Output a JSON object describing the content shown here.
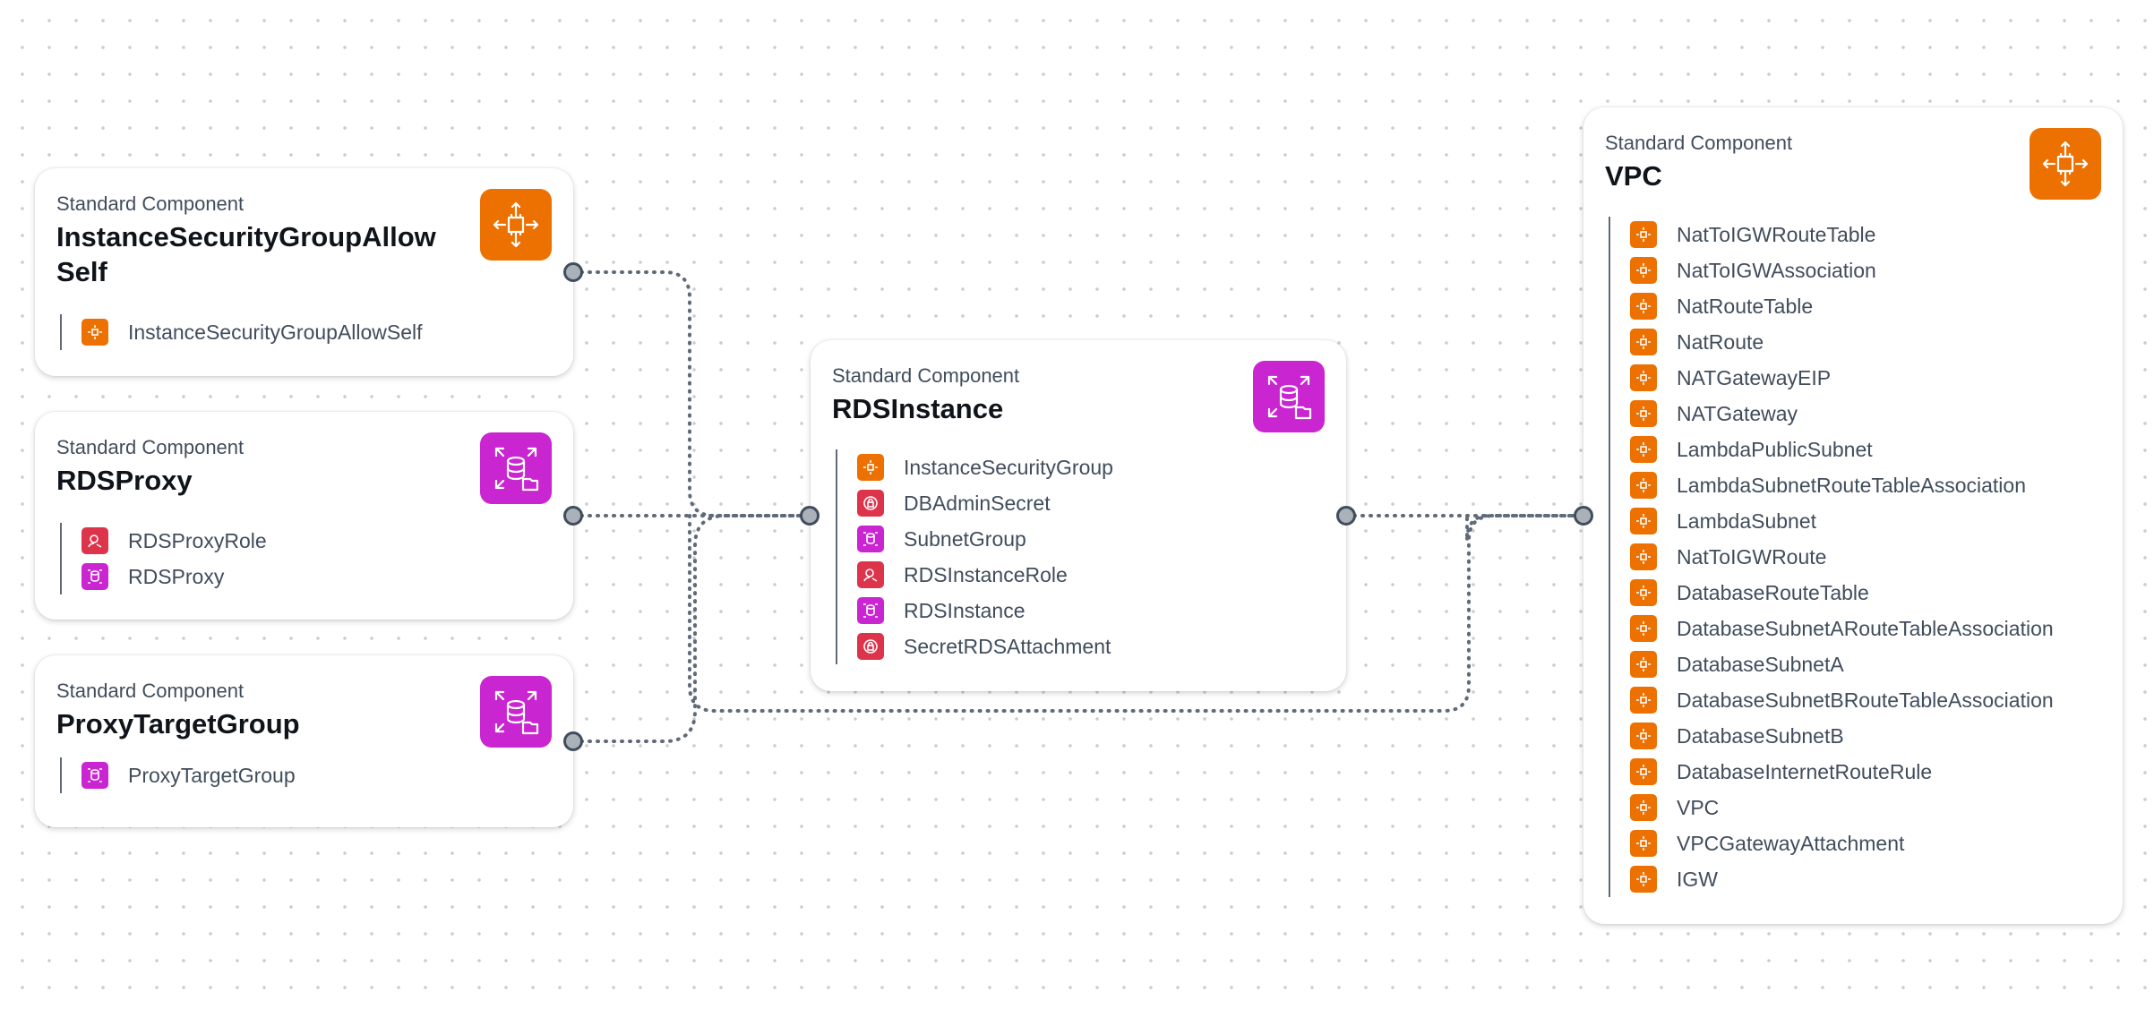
{
  "colors": {
    "orange": "#ed7100",
    "red": "#dd344c",
    "magenta": "#c925d1",
    "edge": "#5f6b7a"
  },
  "nodes": {
    "isg": {
      "type_label": "Standard Component",
      "title": "InstanceSecurityGroupAllowSelf",
      "badge_icon": "network-chip-icon",
      "resources": [
        {
          "label": "InstanceSecurityGroupAllowSelf",
          "icon": "network-chip-icon",
          "color": "orange"
        }
      ]
    },
    "rdsproxy": {
      "type_label": "Standard Component",
      "title": "RDSProxy",
      "badge_icon": "database-icon",
      "resources": [
        {
          "label": "RDSProxyRole",
          "icon": "role-icon",
          "color": "red"
        },
        {
          "label": "RDSProxy",
          "icon": "database-small-icon",
          "color": "magenta"
        }
      ]
    },
    "ptg": {
      "type_label": "Standard Component",
      "title": "ProxyTargetGroup",
      "badge_icon": "database-icon",
      "resources": [
        {
          "label": "ProxyTargetGroup",
          "icon": "database-small-icon",
          "color": "magenta"
        }
      ]
    },
    "rdsinstance": {
      "type_label": "Standard Component",
      "title": "RDSInstance",
      "badge_icon": "database-icon",
      "resources": [
        {
          "label": "InstanceSecurityGroup",
          "icon": "network-chip-icon",
          "color": "orange"
        },
        {
          "label": "DBAdminSecret",
          "icon": "secret-icon",
          "color": "red"
        },
        {
          "label": "SubnetGroup",
          "icon": "database-small-icon",
          "color": "magenta"
        },
        {
          "label": "RDSInstanceRole",
          "icon": "role-icon",
          "color": "red"
        },
        {
          "label": "RDSInstance",
          "icon": "database-small-icon",
          "color": "magenta"
        },
        {
          "label": "SecretRDSAttachment",
          "icon": "secret-icon",
          "color": "red"
        }
      ]
    },
    "vpc": {
      "type_label": "Standard Component",
      "title": "VPC",
      "badge_icon": "network-chip-icon",
      "resources": [
        {
          "label": "NatToIGWRouteTable",
          "icon": "network-chip-icon",
          "color": "orange"
        },
        {
          "label": "NatToIGWAssociation",
          "icon": "network-chip-icon",
          "color": "orange"
        },
        {
          "label": "NatRouteTable",
          "icon": "network-chip-icon",
          "color": "orange"
        },
        {
          "label": "NatRoute",
          "icon": "network-chip-icon",
          "color": "orange"
        },
        {
          "label": "NATGatewayEIP",
          "icon": "network-chip-icon",
          "color": "orange"
        },
        {
          "label": "NATGateway",
          "icon": "network-chip-icon",
          "color": "orange"
        },
        {
          "label": "LambdaPublicSubnet",
          "icon": "network-chip-icon",
          "color": "orange"
        },
        {
          "label": "LambdaSubnetRouteTableAssociation",
          "icon": "network-chip-icon",
          "color": "orange"
        },
        {
          "label": "LambdaSubnet",
          "icon": "network-chip-icon",
          "color": "orange"
        },
        {
          "label": "NatToIGWRoute",
          "icon": "network-chip-icon",
          "color": "orange"
        },
        {
          "label": "DatabaseRouteTable",
          "icon": "network-chip-icon",
          "color": "orange"
        },
        {
          "label": "DatabaseSubnetARouteTableAssociation",
          "icon": "network-chip-icon",
          "color": "orange"
        },
        {
          "label": "DatabaseSubnetA",
          "icon": "network-chip-icon",
          "color": "orange"
        },
        {
          "label": "DatabaseSubnetBRouteTableAssociation",
          "icon": "network-chip-icon",
          "color": "orange"
        },
        {
          "label": "DatabaseSubnetB",
          "icon": "network-chip-icon",
          "color": "orange"
        },
        {
          "label": "DatabaseInternetRouteRule",
          "icon": "network-chip-icon",
          "color": "orange"
        },
        {
          "label": "VPC",
          "icon": "network-chip-icon",
          "color": "orange"
        },
        {
          "label": "VPCGatewayAttachment",
          "icon": "network-chip-icon",
          "color": "orange"
        },
        {
          "label": "IGW",
          "icon": "network-chip-icon",
          "color": "orange"
        }
      ]
    }
  },
  "edges": [
    {
      "from": "isg",
      "to": "rdsinstance"
    },
    {
      "from": "rdsproxy",
      "to": "rdsinstance"
    },
    {
      "from": "ptg",
      "to": "rdsinstance"
    },
    {
      "from": "rdsinstance",
      "to": "vpc"
    },
    {
      "from": "ptg",
      "to": "vpc"
    }
  ]
}
